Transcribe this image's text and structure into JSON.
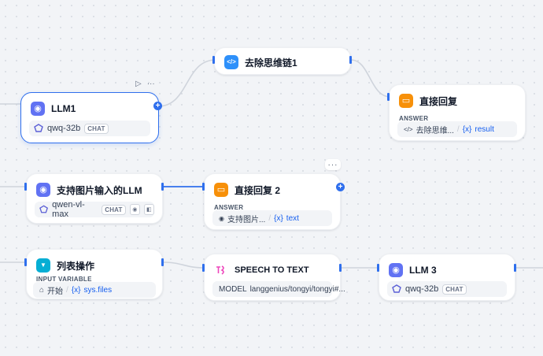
{
  "nodes": {
    "llm1": {
      "title": "LLM1",
      "model": "qwq-32b",
      "badge": "CHAT"
    },
    "remove_chain": {
      "title": "去除思维链1"
    },
    "answer1": {
      "title": "直接回复",
      "label": "ANSWER",
      "source": "去除思维...",
      "var": "result"
    },
    "image_llm": {
      "title": "支持图片输入的LLM",
      "model": "qwen-vl-max",
      "badge": "CHAT"
    },
    "answer2": {
      "title": "直接回复 2",
      "label": "ANSWER",
      "source": "支持图片...",
      "var": "text"
    },
    "list_op": {
      "title": "列表操作",
      "label": "INPUT VARIABLE",
      "source": "开始",
      "var": "sys.files"
    },
    "speech": {
      "title": "SPEECH TO TEXT",
      "model_label": "MODEL",
      "model": "langgenius/tongyi/tongyi#..."
    },
    "llm3": {
      "title": "LLM 3",
      "model": "qwq-32b",
      "badge": "CHAT"
    }
  },
  "glyphs": {
    "var_prefix": "{x}",
    "more": "···",
    "play": "▷",
    "plus": "+",
    "code": "</>",
    "llm": "◉",
    "eye": "◉",
    "img": "◧",
    "funnel": "▼",
    "home": "⌂"
  },
  "colors": {
    "llm": "#6172f3",
    "code": "#2e90fa",
    "answer": "#f79009",
    "list": "#06aed4",
    "accent": "#2f6fed",
    "speech": "#ee46bc"
  }
}
